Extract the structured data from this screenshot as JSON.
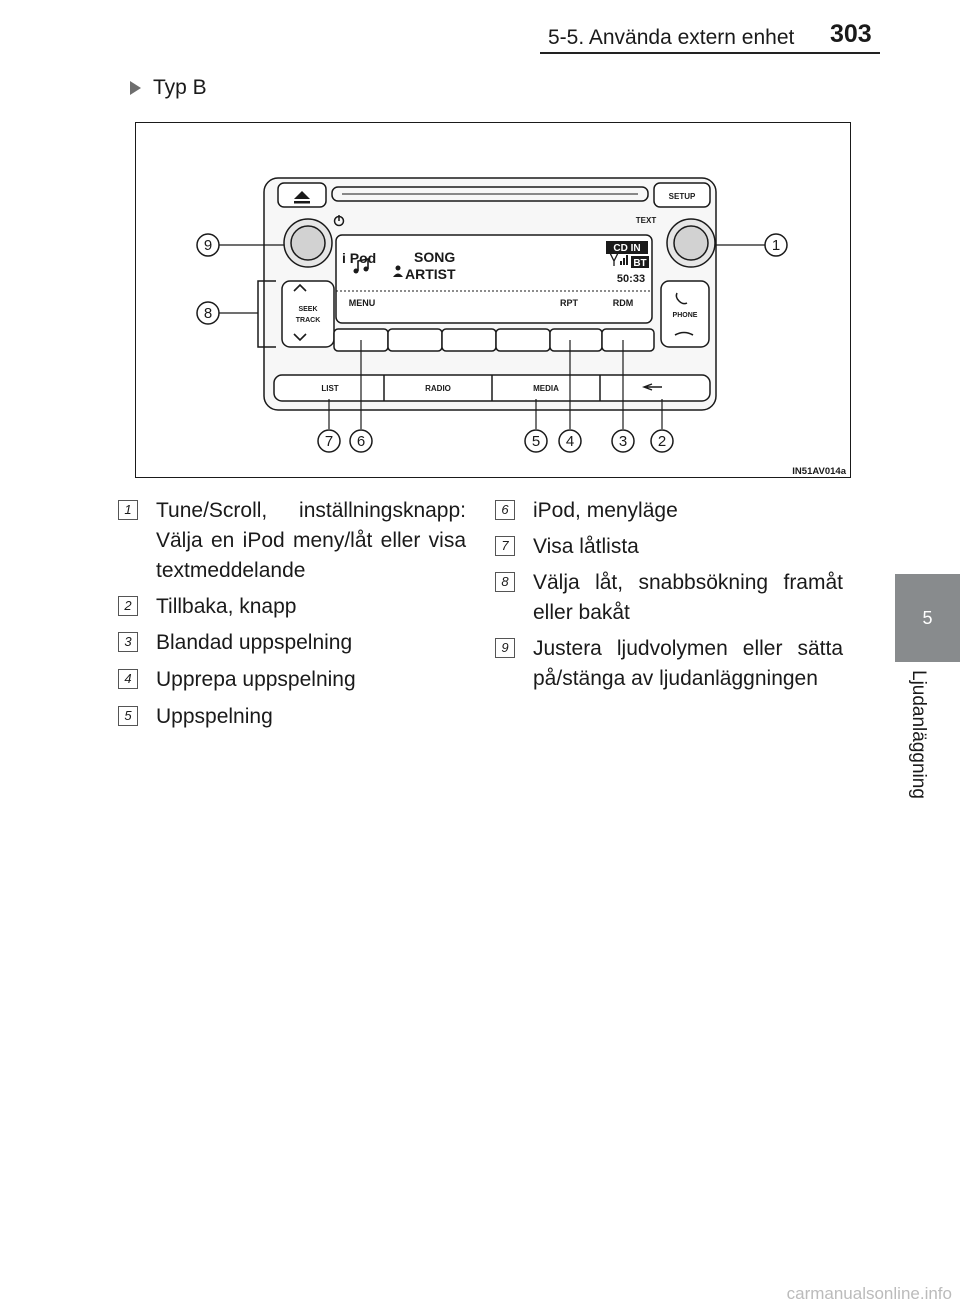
{
  "header": {
    "section": "5-5. Använda extern enhet",
    "page_number": "303"
  },
  "side_tab": {
    "chapter_number": "5",
    "chapter_label": "Ljudanläggning"
  },
  "heading": "Typ B",
  "figure": {
    "code": "IN51AV014a",
    "screen": {
      "source": "i Pod",
      "song": "SONG",
      "artist": "ARTIST",
      "cd_in": "CD IN",
      "bt": "BT",
      "time": "50:33",
      "menu": "MENU",
      "rpt": "RPT",
      "rdm": "RDM"
    },
    "buttons": {
      "setup": "SETUP",
      "text": "TEXT",
      "seek": "SEEK",
      "track": "TRACK",
      "phone": "PHONE",
      "list": "LIST",
      "radio": "RADIO",
      "media": "MEDIA"
    },
    "callouts": [
      "1",
      "2",
      "3",
      "4",
      "5",
      "6",
      "7",
      "8",
      "9"
    ]
  },
  "items": [
    {
      "num": "1",
      "text": "Tune/Scroll, inställningsknapp: Välja en iPod meny/låt eller visa textmeddelande"
    },
    {
      "num": "2",
      "text": "Tillbaka, knapp"
    },
    {
      "num": "3",
      "text": "Blandad uppspelning"
    },
    {
      "num": "4",
      "text": "Upprepa uppspelning"
    },
    {
      "num": "5",
      "text": "Uppspelning"
    },
    {
      "num": "6",
      "text": "iPod, menyläge"
    },
    {
      "num": "7",
      "text": "Visa låtlista"
    },
    {
      "num": "8",
      "text": "Välja låt, snabbsökning framåt eller bakåt"
    },
    {
      "num": "9",
      "text": "Justera ljudvolymen eller sätta på/stänga av ljudanläggningen"
    }
  ],
  "watermark": "carmanualsonline.info"
}
